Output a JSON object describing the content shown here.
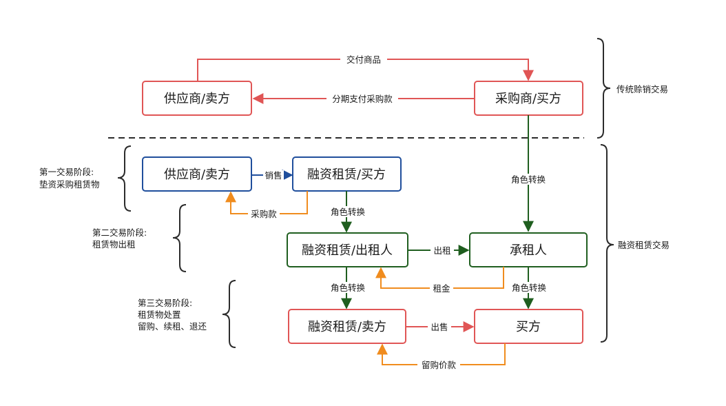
{
  "colors": {
    "red": "#e05555",
    "blue": "#1f4e9c",
    "green": "#1f5e1f",
    "orange": "#f08c1e",
    "dark": "#2b2b2b"
  },
  "sections": {
    "traditional": "传统赊销交易",
    "leasing": "融资租赁交易"
  },
  "stages": {
    "stage1": {
      "line1": "第一交易阶段:",
      "line2": "垫资采购租赁物"
    },
    "stage2": {
      "line1": "第二交易阶段:",
      "line2": "租赁物出租"
    },
    "stage3": {
      "line1": "第三交易阶段:",
      "line2": "租赁物处置",
      "line3": "留购、续租、退还"
    }
  },
  "nodes": {
    "supplier_top": "供应商/卖方",
    "purchaser_top": "采购商/买方",
    "supplier_mid": "供应商/卖方",
    "leasing_seller": "融资租赁/买方",
    "leasing_lessor": "融资租赁/出租人",
    "lessee": "承租人",
    "leasing_seller_bottom": "融资租赁/卖方",
    "buyer": "买方"
  },
  "edges": {
    "deliver_goods": "交付商品",
    "installment_pay": "分期支付采购款",
    "sale": "销售",
    "purchase_payment": "采购款",
    "role_switch_1": "角色转换",
    "role_switch_right": "角色转换",
    "lease_out": "出租",
    "rent": "租金",
    "role_switch_2": "角色转换",
    "role_switch_3": "角色转换",
    "sell": "出售",
    "buyout_price": "留购价款"
  }
}
